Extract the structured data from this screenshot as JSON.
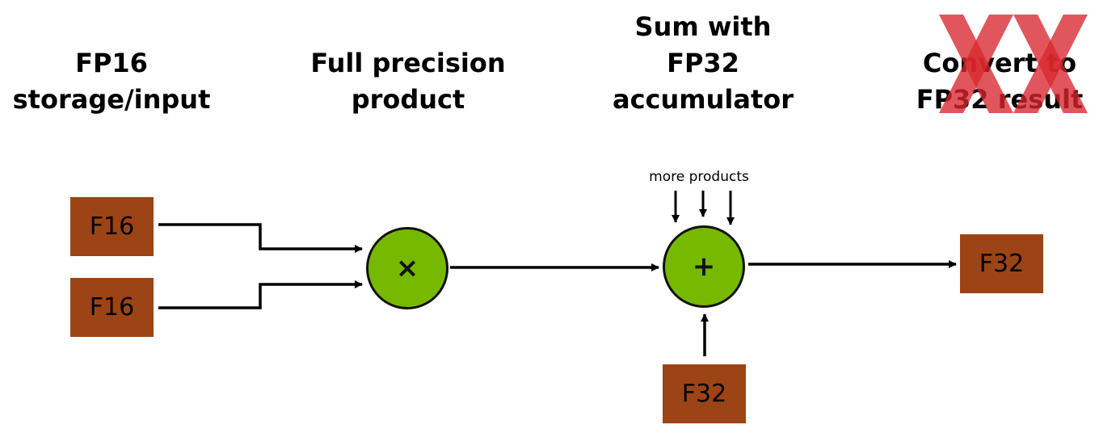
{
  "headings": {
    "storage": [
      "FP16",
      "storage/input"
    ],
    "product": [
      "Full precision",
      "product"
    ],
    "sum": [
      "Sum with",
      "FP32",
      "accumulator"
    ],
    "convert": [
      "Convert to",
      "FP32 result"
    ]
  },
  "more_products_label": "more products",
  "registers": {
    "input_a": "F16",
    "input_b": "F16",
    "accumulator": "F32",
    "result": "F32"
  },
  "operators": {
    "multiply": "×",
    "add": "+"
  },
  "colors": {
    "register_fill": "#9c4415",
    "operator_fill": "#76b900",
    "watermark": "#d9272e",
    "line": "#000000"
  },
  "watermark_icon": "xx-logo-icon"
}
